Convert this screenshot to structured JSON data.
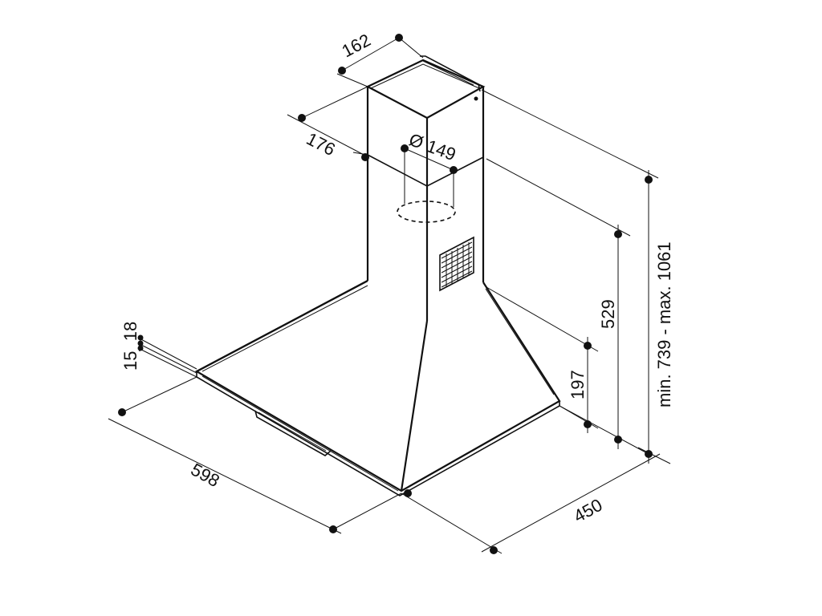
{
  "dimensions": {
    "chimney_depth": "162",
    "chimney_width": "176",
    "outlet_diameter": "Ø 149",
    "chimney_height": "529",
    "canopy_height": "197",
    "total_height_range": "min. 739 - max. 1061",
    "hood_width": "598",
    "hood_depth": "450",
    "edge_thickness": "15_18"
  }
}
